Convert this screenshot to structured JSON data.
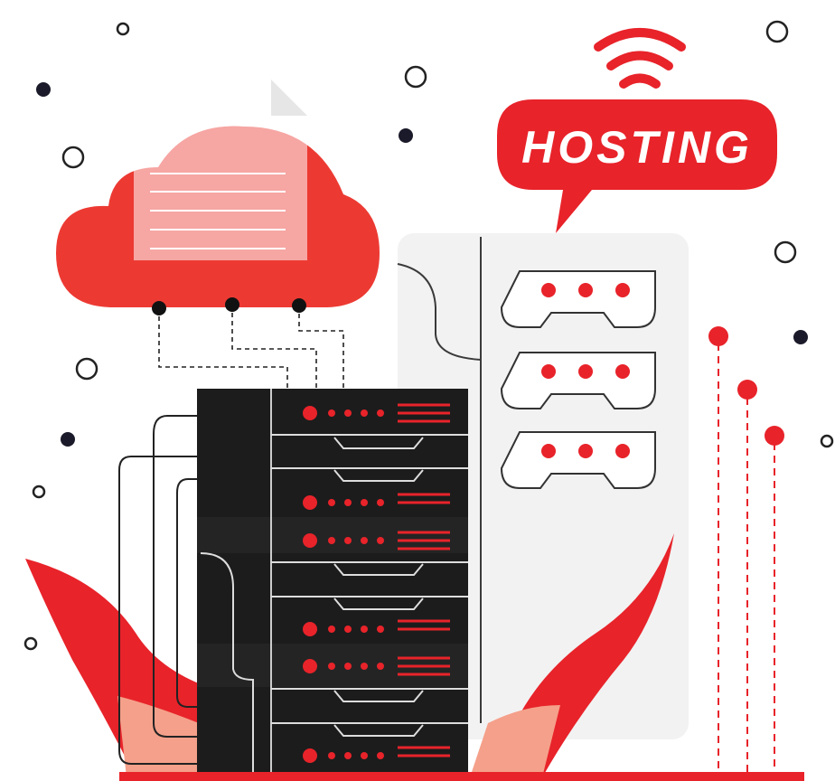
{
  "bubble": {
    "label": "HOSTING"
  },
  "colors": {
    "accent": "#e8232a",
    "cloud": "#ec3a33",
    "server": "#1c1c1c",
    "panel": "#f2f2f2",
    "outline": "#2a2a2a",
    "flame": "#e8232a"
  },
  "icons": [
    "wifi-icon",
    "cloud-icon",
    "document-icon",
    "server-rack",
    "speech-bubble",
    "signal-pins"
  ]
}
